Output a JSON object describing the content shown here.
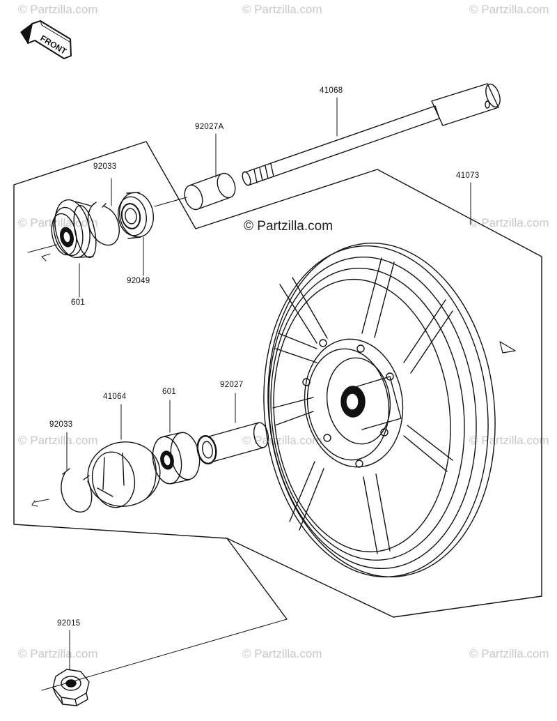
{
  "watermark": "© Partzilla.com",
  "center_mark": "© Partzilla.com",
  "front_label": "FRONT",
  "parts": {
    "axle": "41068",
    "collar_a": "92027A",
    "circlip_top": "92033",
    "wheel": "41073",
    "seal_top": "92049",
    "bearing_top": "601",
    "coupling": "41064",
    "bearing_bottom": "601",
    "collar": "92027",
    "circlip_bottom": "92033",
    "nut": "92015"
  },
  "colors": {
    "ink": "#111111",
    "watermark": "#c8c8c8"
  }
}
